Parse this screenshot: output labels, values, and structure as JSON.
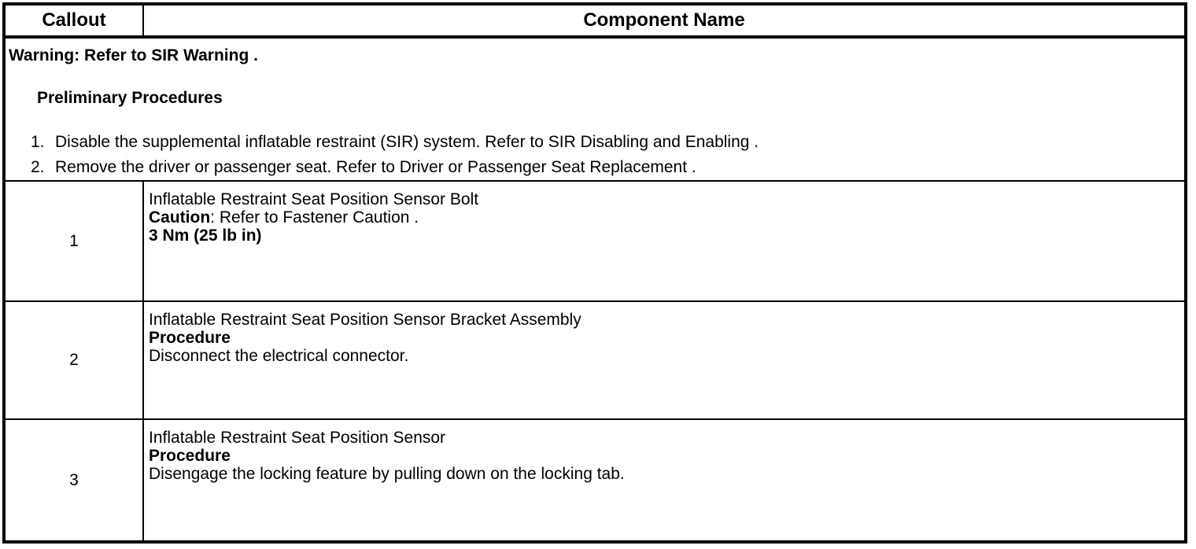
{
  "colors": {
    "border": "#000000",
    "text": "#000000",
    "background": "#ffffff"
  },
  "table": {
    "header": {
      "callout": "Callout",
      "component": "Component Name"
    },
    "preliminary": {
      "warning": "Warning: Refer to SIR Warning .",
      "title": "Preliminary Procedures",
      "steps": [
        {
          "num": "1.",
          "text": "Disable the supplemental inflatable restraint (SIR) system. Refer to ",
          "ref": "SIR Disabling and Enabling",
          "suffix": " ."
        },
        {
          "num": "2.",
          "text": "Remove the driver or passenger seat. Refer to ",
          "ref": "Driver or Passenger Seat Replacement",
          "suffix": " ."
        }
      ]
    },
    "rows": [
      {
        "callout": "1",
        "name": "Inflatable Restraint Seat Position Sensor Bolt",
        "caution_label": "Caution",
        "caution_rest": ": Refer to Fastener Caution .",
        "torque": "3 Nm (25 lb in)"
      },
      {
        "callout": "2",
        "name": "Inflatable Restraint Seat Position Sensor Bracket Assembly",
        "procedure_label": "Procedure",
        "procedure_text": "Disconnect the electrical connector."
      },
      {
        "callout": "3",
        "name": "Inflatable Restraint Seat Position Sensor",
        "procedure_label": "Procedure",
        "procedure_text": "Disengage the locking feature by pulling down on the locking tab."
      }
    ]
  }
}
